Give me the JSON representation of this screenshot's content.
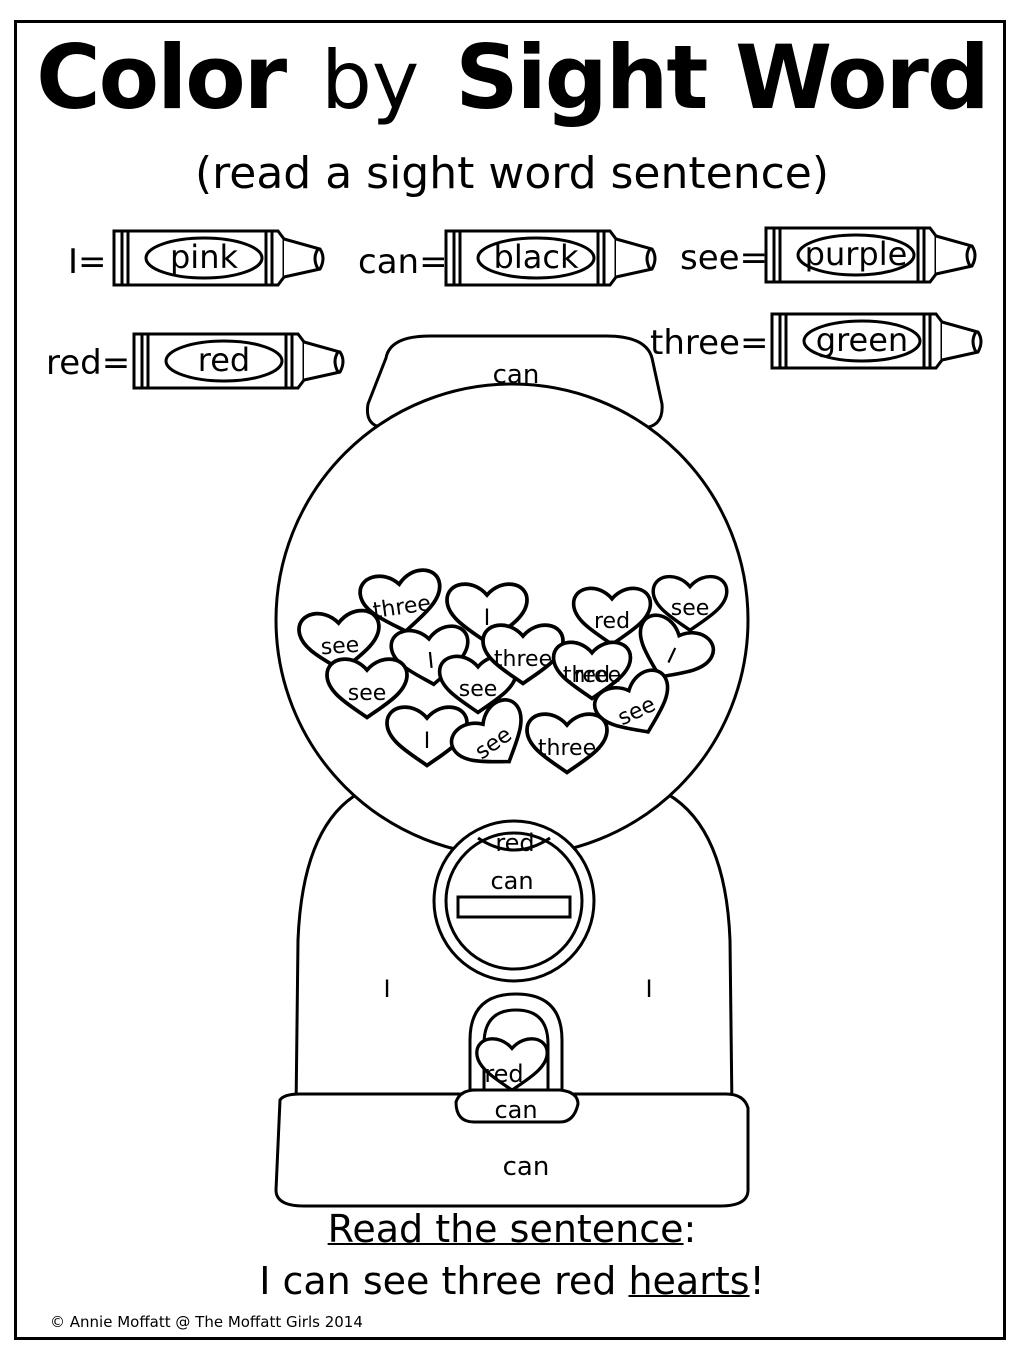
{
  "title": {
    "part1": "Color",
    "part2": "by",
    "part3": "Sight Word"
  },
  "subtitle": "(read a sight word sentence)",
  "color_key": [
    {
      "word": "I=",
      "color": "pink"
    },
    {
      "word": "can=",
      "color": "black"
    },
    {
      "word": "see=",
      "color": "purple"
    },
    {
      "word": "red=",
      "color": "red"
    },
    {
      "word": "three=",
      "color": "green"
    }
  ],
  "machine": {
    "cap": "can",
    "hearts": [
      "three",
      "I",
      "see",
      "I",
      "see",
      "see",
      "three",
      "red",
      "see",
      "I",
      "I",
      "see",
      "three",
      "see",
      "three",
      "red"
    ],
    "coin_heart": "red",
    "coin_slot": "can",
    "body_left": "I",
    "body_right": "I",
    "chute_heart": "red",
    "chute_lip": "can",
    "base": "can"
  },
  "sentence": {
    "heading": "Read the sentence",
    "heading_punct": ":",
    "start": "I can see three red ",
    "underlined": "hearts",
    "end": "!"
  },
  "copyright": "© Annie Moffatt @ The Moffatt Girls 2014"
}
